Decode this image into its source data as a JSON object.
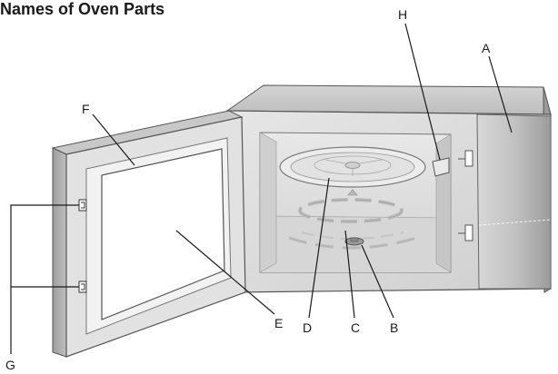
{
  "title": "Names of Oven Parts",
  "labels": {
    "a": "A",
    "b": "B",
    "c": "C",
    "d": "D",
    "e": "E",
    "f": "F",
    "g": "G",
    "h": "H"
  },
  "colors": {
    "outline": "#555555",
    "body_light": "#e2e2e2",
    "body_mid": "#c9c9c9",
    "body_dark": "#a9a9a9",
    "cavity": "#dedede",
    "label": "#1a1a1a"
  }
}
